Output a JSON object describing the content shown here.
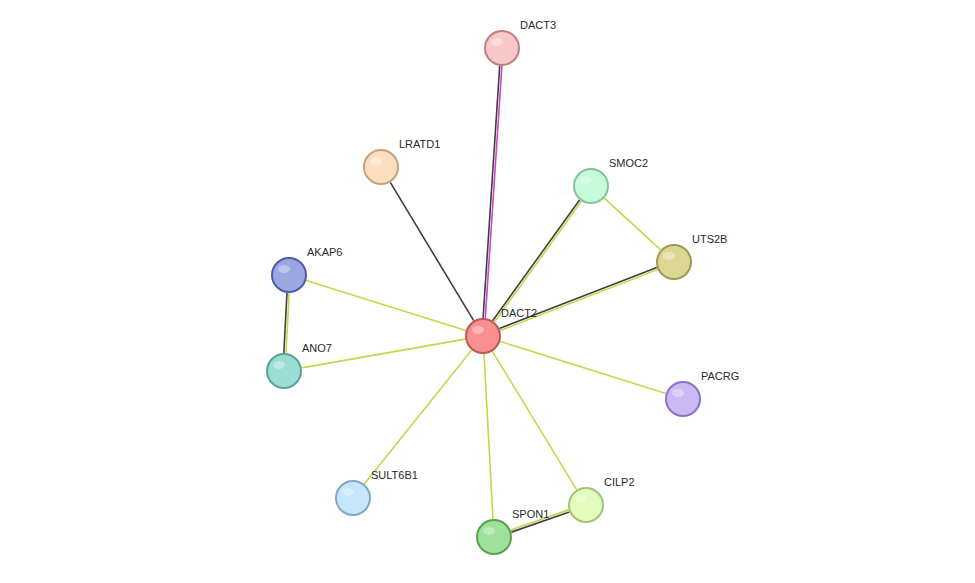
{
  "diagram": {
    "nodes": [
      {
        "text": [
          "DACT3"
        ]
      },
      {
        "text": [
          "LRATD1"
        ]
      },
      {
        "text": [
          "SMOC2"
        ]
      },
      {
        "text": [
          "UTS2B"
        ]
      },
      {
        "text": [
          "AKAP6"
        ]
      },
      {
        "text": [
          "DACT2"
        ]
      },
      {
        "text": [
          "ANO7"
        ]
      },
      {
        "text": [
          "PACRG"
        ]
      },
      {
        "text": [
          "SULT6B1"
        ]
      },
      {
        "text": [
          "CILP2"
        ]
      },
      {
        "text": [
          "SPON1"
        ]
      }
    ],
    "edges": [
      {
        "from": 5,
        "to": 0,
        "arrow": "none"
      },
      {
        "from": 5,
        "to": 1,
        "arrow": "none"
      },
      {
        "from": 5,
        "to": 2,
        "arrow": "none"
      },
      {
        "from": 5,
        "to": 3,
        "arrow": "none"
      },
      {
        "from": 2,
        "to": 3,
        "arrow": "none"
      },
      {
        "from": 5,
        "to": 4,
        "arrow": "none"
      },
      {
        "from": 4,
        "to": 6,
        "arrow": "none"
      },
      {
        "from": 5,
        "to": 6,
        "arrow": "none"
      },
      {
        "from": 5,
        "to": 7,
        "arrow": "none"
      },
      {
        "from": 5,
        "to": 8,
        "arrow": "none"
      },
      {
        "from": 5,
        "to": 10,
        "arrow": "none"
      },
      {
        "from": 5,
        "to": 9,
        "arrow": "none"
      },
      {
        "from": 10,
        "to": 9,
        "arrow": "none"
      }
    ]
  }
}
